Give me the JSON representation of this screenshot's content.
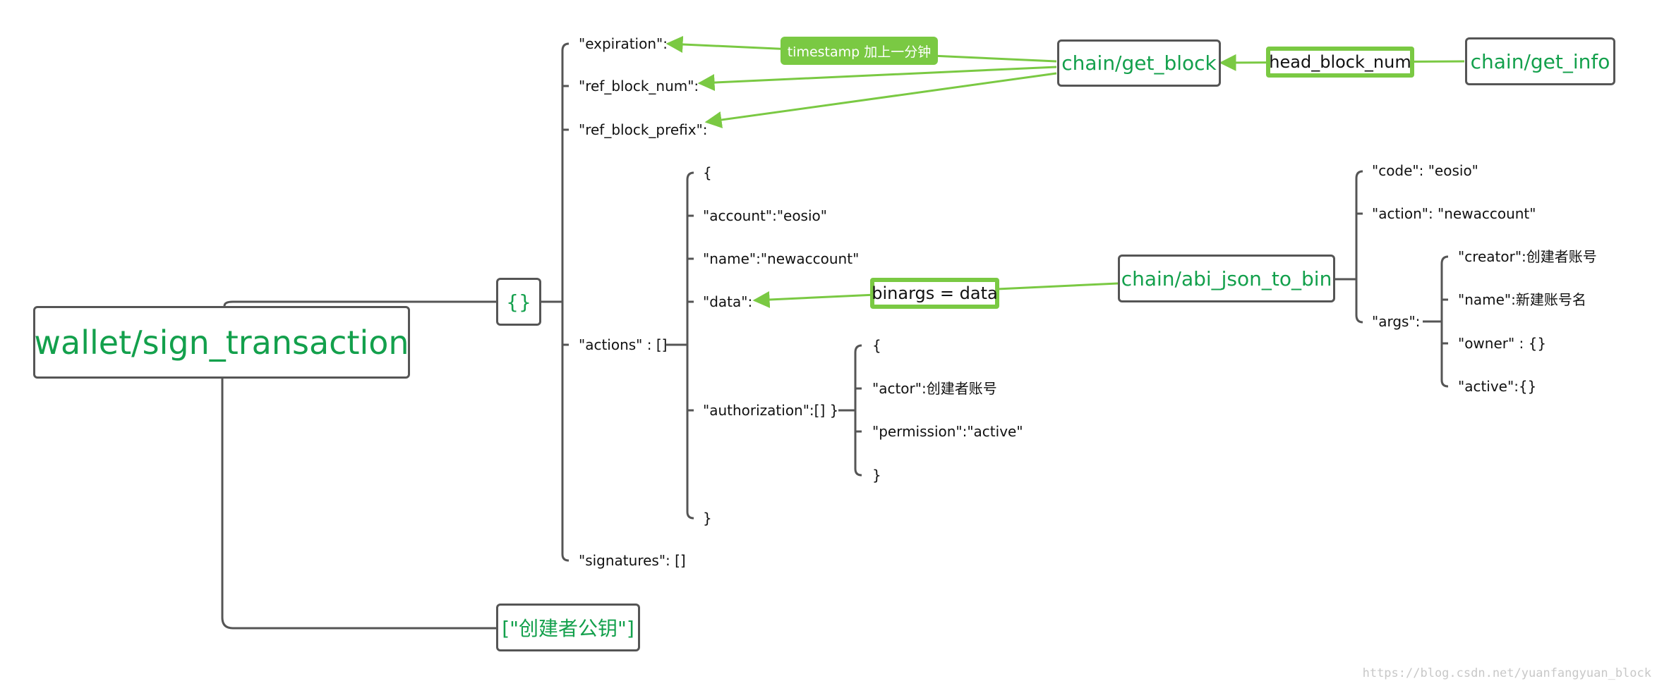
{
  "root": {
    "label": "wallet/sign_transaction"
  },
  "tx_object": {
    "label": "{}"
  },
  "pubkey_array": {
    "label": "[\"创建者公钥\"]"
  },
  "fields": {
    "expiration": "\"expiration\":",
    "ref_block_num": "\"ref_block_num\":",
    "ref_block_prefix": "\"ref_block_prefix\":",
    "actions": "\"actions\" : []",
    "signatures": "\"signatures\": []"
  },
  "action_item": {
    "open": "{",
    "account": "\"account\":\"eosio\"",
    "name": "\"name\":\"newaccount\"",
    "data": "\"data\":",
    "authorization": "\"authorization\":[]  }",
    "close": "}"
  },
  "authorization_item": {
    "open": "{",
    "actor": "\"actor\":创建者账号",
    "permission": "\"permission\":\"active\"",
    "close": "}"
  },
  "rpc": {
    "get_block": "chain/get_block",
    "get_info": "chain/get_info",
    "abi_json_to_bin": "chain/abi_json_to_bin"
  },
  "tags": {
    "timestamp": "timestamp 加上一分钟",
    "head_block_num": "head_block_num",
    "binargs": "binargs = data"
  },
  "abi_params": {
    "code": "\"code\": \"eosio\"",
    "action": "\"action\": \"newaccount\"",
    "args": "\"args\":"
  },
  "args_fields": {
    "creator": "\"creator\":创建者账号",
    "name": "\"name\":新建账号名",
    "owner": "\"owner\" : {}",
    "active": "\"active\":{}"
  },
  "watermark": "https://blog.csdn.net/yuanfangyuan_block",
  "colors": {
    "node_text": "#13a04c",
    "accent": "#7ac943",
    "line": "#555555"
  }
}
